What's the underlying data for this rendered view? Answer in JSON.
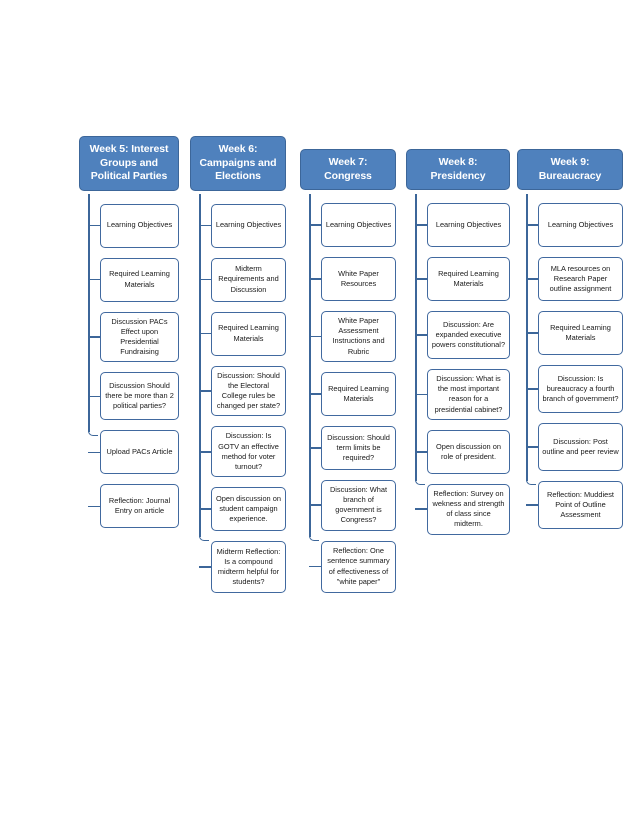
{
  "document": {
    "title": "Weekly Course Module Flowchart",
    "background_color": "#ffffff",
    "header_fill_color": "#4F81BD",
    "header_text_color": "#ffffff",
    "border_color": "#3C6699",
    "node_fill_color": "#ffffff",
    "node_border_color": "#41699F"
  },
  "columns": [
    {
      "header": "Week 5:  Interest Groups and Political Parties",
      "header_lines": [
        "Week 5:  Interest",
        "Groups and",
        "Political Parties"
      ],
      "nodes": [
        "Learning Objectives",
        "Required Learning Materials",
        "Discussion PACs Effect upon Presidential Fundraising",
        "Discussion Should there be more than 2 political parties?",
        "Upload PACs Article",
        "Reflection: Journal Entry  on article"
      ]
    },
    {
      "header": "Week 6: Campaigns and Elections",
      "header_lines": [
        "Week 6:",
        "Campaigns and",
        "Elections"
      ],
      "nodes": [
        "Learning Objectives",
        "Midterm Requirements and Discussion",
        "Required Learning Materials",
        "Discussion:  Should the Electoral College rules be changed per state?",
        "Discussion: Is GOTV an effective method for voter turnout?",
        "Open discussion on student campaign experience.",
        "Midterm Reflection: Is a compound midterm helpful for students?"
      ]
    },
    {
      "header": "Week 7: Congress",
      "header_lines": [
        "Week 7:",
        "Congress"
      ],
      "nodes": [
        "Learning Objectives",
        "White Paper Resources",
        "White Paper Assessment Instructions and Rubric",
        "Required Learning Materials",
        "Discussion:  Should term limits be required?",
        "Discussion:  What branch of government is Congress?",
        "Reflection:  One sentence summary of effectiveness of \"white paper\""
      ]
    },
    {
      "header": "Week 8: Presidency",
      "header_lines": [
        "Week 8:",
        "Presidency"
      ],
      "nodes": [
        "Learning Objectives",
        "Required Learning Materials",
        "Discussion:  Are expanded executive powers constitutional?",
        "Discussion:  What is the most important reason for a presidential cabinet?",
        "Open discussion on role of president.",
        "Reflection: Survey on wekness and strength of class since midterm."
      ]
    },
    {
      "header": "Week 9: Bureaucracy",
      "header_lines": [
        "Week 9:",
        "Bureaucracy"
      ],
      "nodes": [
        "Learning Objectives",
        "MLA resources on Research Paper outline assignment",
        "Required Learning Materials",
        "Discussion: Is bureaucracy a fourth branch of government?",
        "Discussion:  Post outline and peer review",
        "Reflection: Muddiest Point of Outline Assessment"
      ]
    }
  ]
}
